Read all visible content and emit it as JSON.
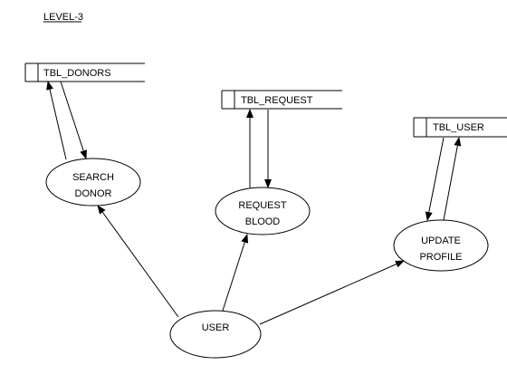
{
  "title": "LEVEL-3",
  "datastores": {
    "donors": "TBL_DONORS",
    "request": "TBL_REQUEST",
    "user": "TBL_USER"
  },
  "processes": {
    "search_donor": [
      "SEARCH",
      "DONOR"
    ],
    "request_blood": [
      "REQUEST",
      "BLOOD"
    ],
    "update_profile": [
      "UPDATE",
      "PROFILE"
    ]
  },
  "entity": "USER",
  "colors": {
    "stroke": "#000000",
    "background": "#ffffff"
  }
}
